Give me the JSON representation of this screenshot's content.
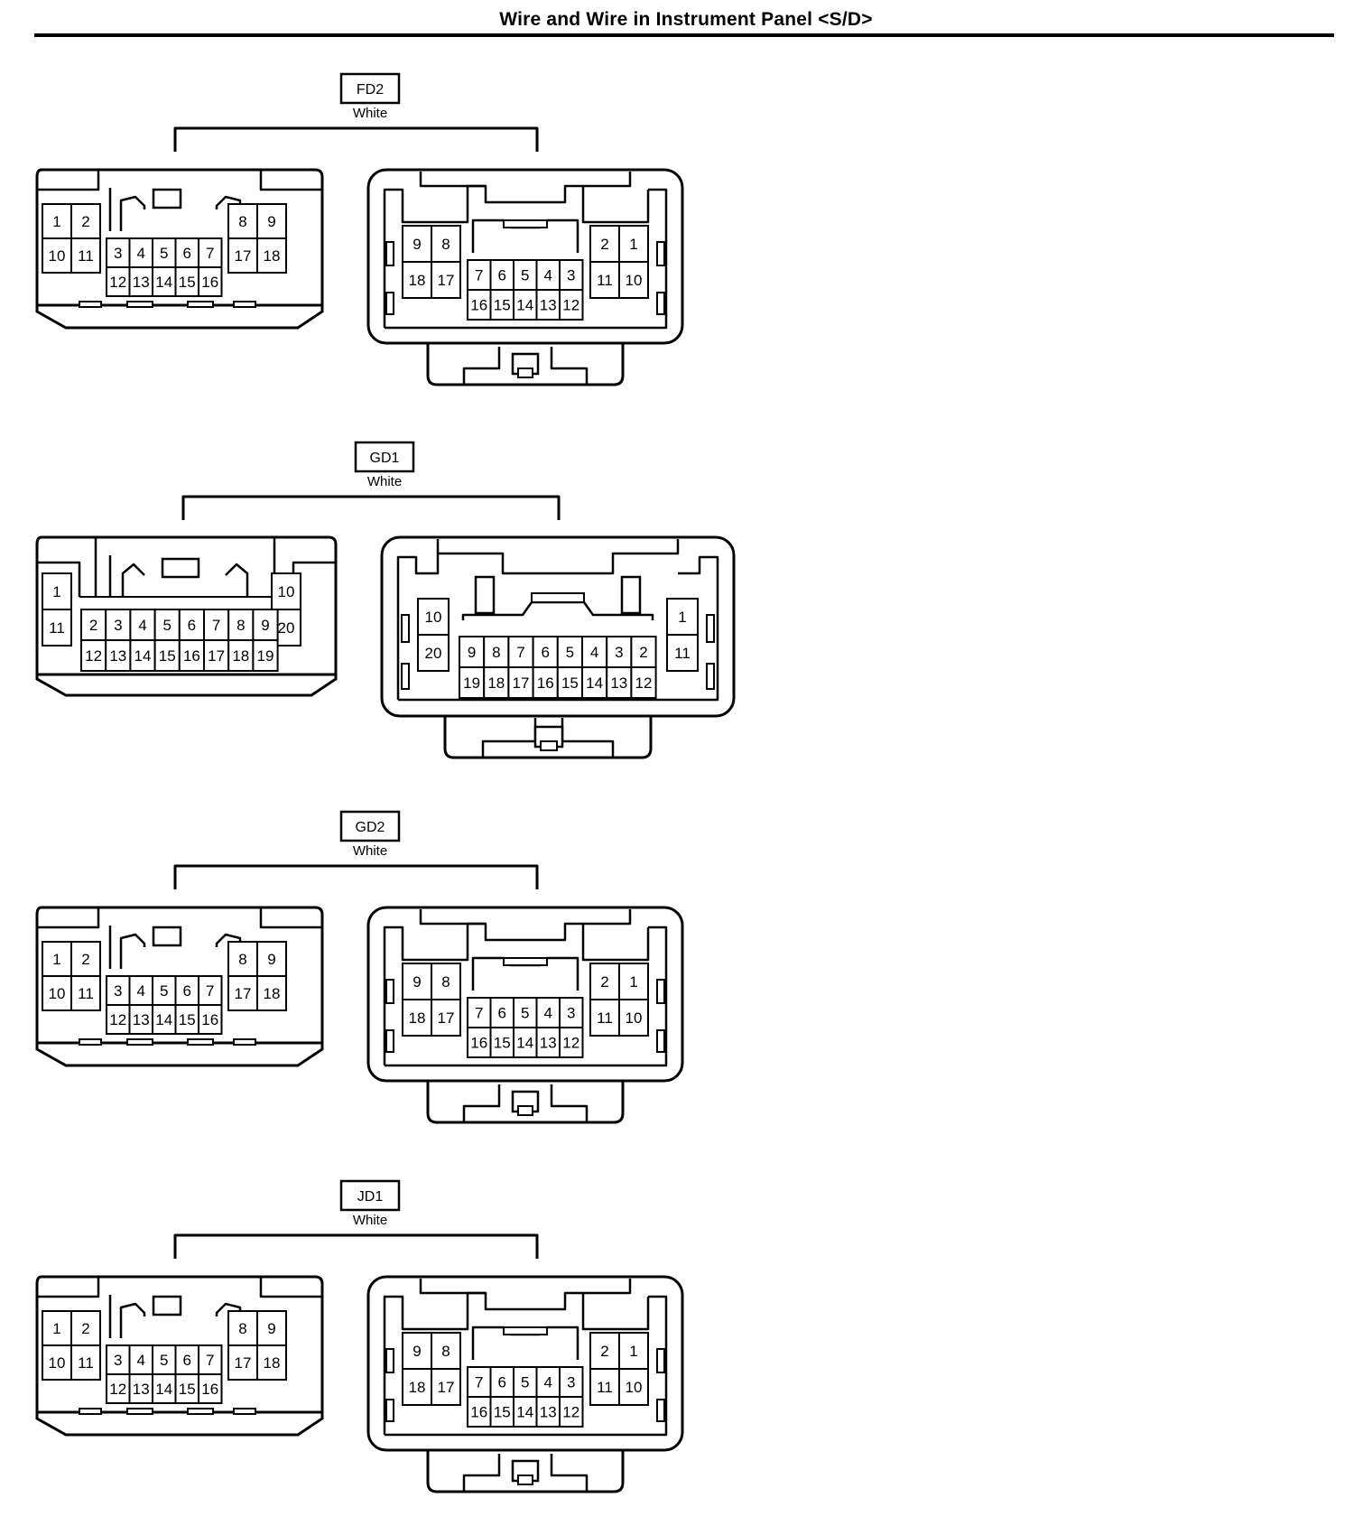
{
  "page": {
    "title": "Wire and Wire in Instrument Panel <S/D>"
  },
  "connectors": [
    {
      "id": "FD2",
      "color": "White",
      "layout": "18",
      "male_rows": {
        "left_top": [
          "1",
          "2"
        ],
        "left_bottom": [
          "10",
          "11"
        ],
        "right_top": [
          "8",
          "9"
        ],
        "right_bottom": [
          "17",
          "18"
        ],
        "center_top": [
          "3",
          "4",
          "5",
          "6",
          "7"
        ],
        "center_bottom": [
          "12",
          "13",
          "14",
          "15",
          "16"
        ]
      },
      "female_rows": {
        "left_top": [
          "9",
          "8"
        ],
        "left_bottom": [
          "18",
          "17"
        ],
        "right_top": [
          "2",
          "1"
        ],
        "right_bottom": [
          "11",
          "10"
        ],
        "center_top": [
          "7",
          "6",
          "5",
          "4",
          "3"
        ],
        "center_bottom": [
          "16",
          "15",
          "14",
          "13",
          "12"
        ]
      }
    },
    {
      "id": "GD1",
      "color": "White",
      "layout": "20",
      "male_rows": {
        "left_top": [
          "1"
        ],
        "left_bottom": [
          "11"
        ],
        "right_top": [
          "10"
        ],
        "right_bottom": [
          "20"
        ],
        "center_top": [
          "2",
          "3",
          "4",
          "5",
          "6",
          "7",
          "8",
          "9"
        ],
        "center_bottom": [
          "12",
          "13",
          "14",
          "15",
          "16",
          "17",
          "18",
          "19"
        ]
      },
      "female_rows": {
        "left_top": [
          "10"
        ],
        "left_bottom": [
          "20"
        ],
        "right_top": [
          "1"
        ],
        "right_bottom": [
          "11"
        ],
        "center_top": [
          "9",
          "8",
          "7",
          "6",
          "5",
          "4",
          "3",
          "2"
        ],
        "center_bottom": [
          "19",
          "18",
          "17",
          "16",
          "15",
          "14",
          "13",
          "12"
        ]
      }
    },
    {
      "id": "GD2",
      "color": "White",
      "layout": "18",
      "male_rows": {
        "left_top": [
          "1",
          "2"
        ],
        "left_bottom": [
          "10",
          "11"
        ],
        "right_top": [
          "8",
          "9"
        ],
        "right_bottom": [
          "17",
          "18"
        ],
        "center_top": [
          "3",
          "4",
          "5",
          "6",
          "7"
        ],
        "center_bottom": [
          "12",
          "13",
          "14",
          "15",
          "16"
        ]
      },
      "female_rows": {
        "left_top": [
          "9",
          "8"
        ],
        "left_bottom": [
          "18",
          "17"
        ],
        "right_top": [
          "2",
          "1"
        ],
        "right_bottom": [
          "11",
          "10"
        ],
        "center_top": [
          "7",
          "6",
          "5",
          "4",
          "3"
        ],
        "center_bottom": [
          "16",
          "15",
          "14",
          "13",
          "12"
        ]
      }
    },
    {
      "id": "JD1",
      "color": "White",
      "layout": "18",
      "male_rows": {
        "left_top": [
          "1",
          "2"
        ],
        "left_bottom": [
          "10",
          "11"
        ],
        "right_top": [
          "8",
          "9"
        ],
        "right_bottom": [
          "17",
          "18"
        ],
        "center_top": [
          "3",
          "4",
          "5",
          "6",
          "7"
        ],
        "center_bottom": [
          "12",
          "13",
          "14",
          "15",
          "16"
        ]
      },
      "female_rows": {
        "left_top": [
          "9",
          "8"
        ],
        "left_bottom": [
          "18",
          "17"
        ],
        "right_top": [
          "2",
          "1"
        ],
        "right_bottom": [
          "11",
          "10"
        ],
        "center_top": [
          "7",
          "6",
          "5",
          "4",
          "3"
        ],
        "center_bottom": [
          "16",
          "15",
          "14",
          "13",
          "12"
        ]
      }
    }
  ]
}
